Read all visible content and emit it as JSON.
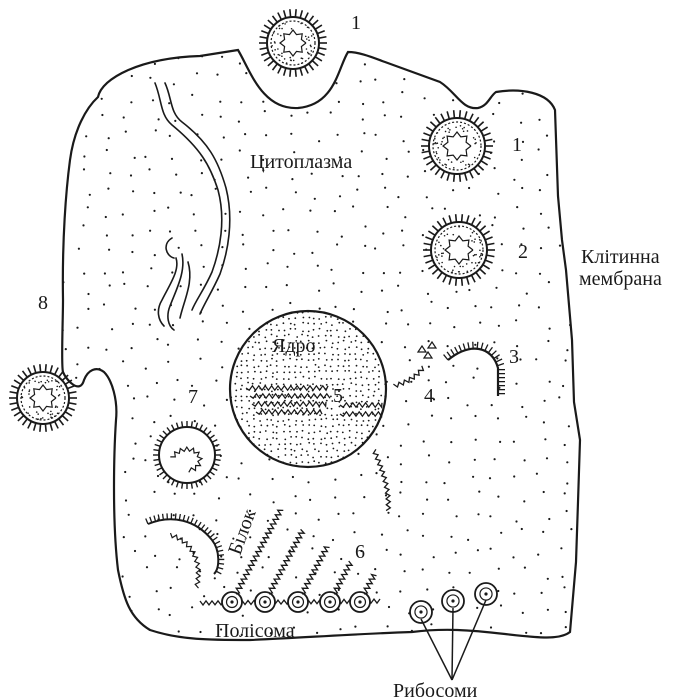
{
  "labels": {
    "cytoplasm": "Цитоплазма",
    "nucleus": "Ядро",
    "cell_membrane_line1": "Клітинна",
    "cell_membrane_line2": "мембрана",
    "protein": "Білок",
    "polysome": "Полісома",
    "ribosomes": "Рибосоми"
  },
  "stage_numbers": {
    "top": "1",
    "right_top": "1",
    "two": "2",
    "three": "3",
    "four": "4",
    "five": "5",
    "six": "6",
    "seven": "7",
    "eight": "8"
  },
  "colors": {
    "ink": "#1a1a1a",
    "paper": "#ffffff"
  }
}
